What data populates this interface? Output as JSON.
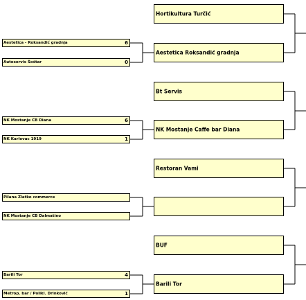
{
  "round1": [
    {
      "name": "Aestetica - Roksandić gradnja",
      "score": "6"
    },
    {
      "name": "Autoservis Šoštar",
      "score": "0"
    },
    {
      "name": "NK Mostanje CB Diana",
      "score": "6"
    },
    {
      "name": "NK Karlovac 1919",
      "score": "1"
    },
    {
      "name": "Pilana Zlatko commerce",
      "score": ""
    },
    {
      "name": "NK Mostanje CB Dalmatino",
      "score": ""
    },
    {
      "name": "Barili Tor",
      "score": "4"
    },
    {
      "name": "Metrop. bar / Polikl. Drinković",
      "score": "1"
    }
  ],
  "round2": [
    {
      "name": "Hortikultura Turčić"
    },
    {
      "name": "Aestetica Roksandić gradnja"
    },
    {
      "name": "Bt Servis"
    },
    {
      "name": "NK Mostanje Caffe bar Diana"
    },
    {
      "name": "Restoran Vami"
    },
    {
      "name": ""
    },
    {
      "name": "BUF"
    },
    {
      "name": "Barili Tor"
    }
  ]
}
